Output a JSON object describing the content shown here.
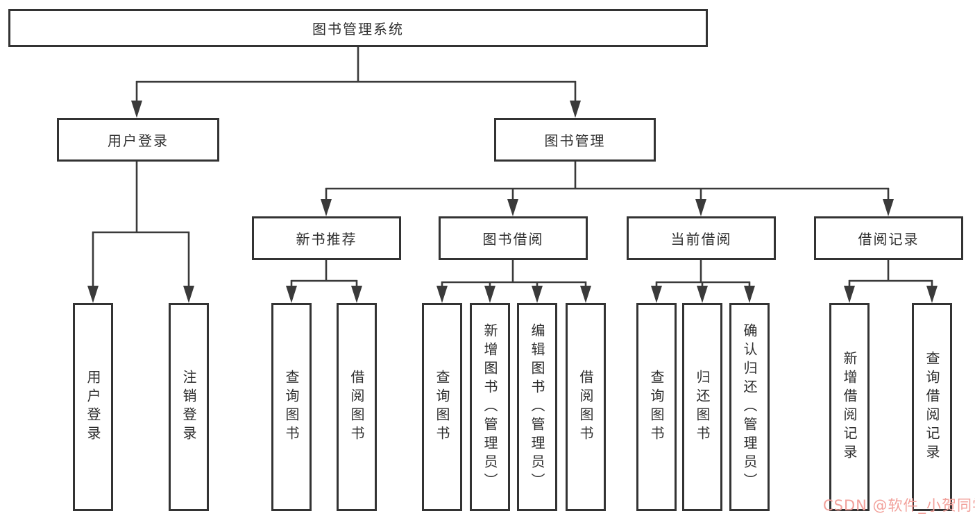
{
  "diagram": {
    "root": {
      "label": "图书管理系统"
    },
    "branches": [
      {
        "label": "用户登录",
        "children": [
          {
            "label": "用户登录"
          },
          {
            "label": "注销登录"
          }
        ]
      },
      {
        "label": "图书管理",
        "children": [
          {
            "label": "新书推荐",
            "children": [
              {
                "label": "查询图书"
              },
              {
                "label": "借阅图书"
              }
            ]
          },
          {
            "label": "图书借阅",
            "children": [
              {
                "label": "查询图书"
              },
              {
                "label": "新增图书（管理员）"
              },
              {
                "label": "编辑图书（管理员）"
              },
              {
                "label": "借阅图书"
              }
            ]
          },
          {
            "label": "当前借阅",
            "children": [
              {
                "label": "查询图书"
              },
              {
                "label": "归还图书"
              },
              {
                "label": "确认归还（管理员）"
              }
            ]
          },
          {
            "label": "借阅记录",
            "children": [
              {
                "label": "新增借阅记录"
              },
              {
                "label": "查询借阅记录"
              }
            ]
          }
        ]
      }
    ],
    "watermark": {
      "text": "CSDN @软件_小贺同学"
    },
    "colors": {
      "line": "#3a3a3a",
      "box_border": "#333333",
      "text": "#2e2e2e",
      "background": "#ffffff",
      "watermark": "#f2a19b"
    }
  }
}
